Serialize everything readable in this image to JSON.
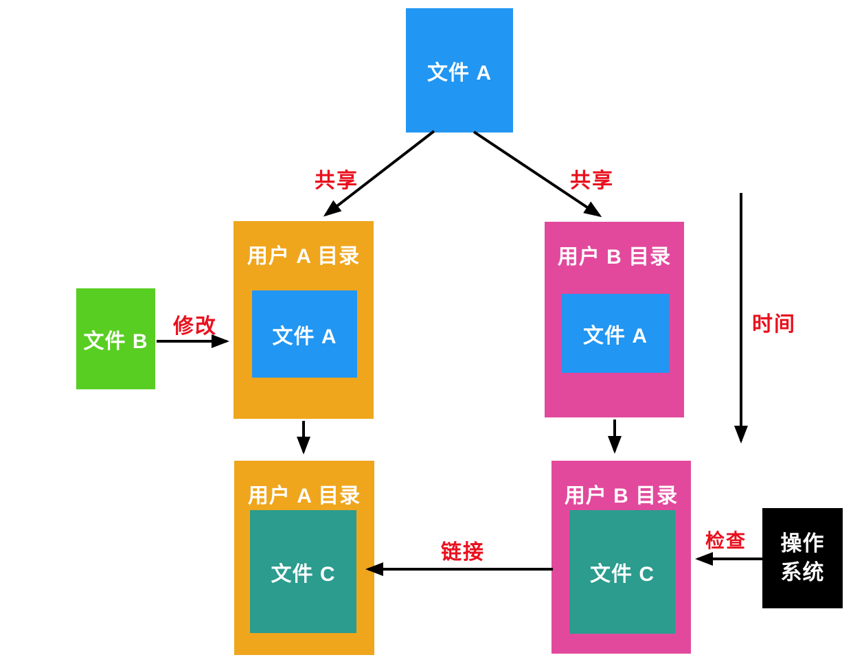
{
  "colors": {
    "blue": "#2196F3",
    "orange": "#EFA61D",
    "pink": "#E2499C",
    "green": "#58CE22",
    "teal": "#2B9C8E",
    "black": "#000000",
    "red": "#E9101E",
    "arrow": "#000000"
  },
  "diagram": {
    "nodes": {
      "file_a_top": {
        "label": "文件 A"
      },
      "dir_a_mid": {
        "title": "用户 A 目录",
        "file": {
          "label": "文件 A"
        }
      },
      "dir_b_mid": {
        "title": "用户 B 目录",
        "file": {
          "label": "文件 A"
        }
      },
      "file_b": {
        "label": "文件 B"
      },
      "dir_a_bottom": {
        "title": "用户 A 目录",
        "file": {
          "label": "文件 C"
        }
      },
      "dir_b_bottom": {
        "title": "用户 B 目录",
        "file": {
          "label": "文件 C"
        }
      },
      "os": {
        "line1": "操作",
        "line2": "系统"
      }
    },
    "edge_labels": {
      "share_left": "共享",
      "share_right": "共享",
      "modify": "修改",
      "link": "链接",
      "check": "检查",
      "time": "时间"
    }
  }
}
